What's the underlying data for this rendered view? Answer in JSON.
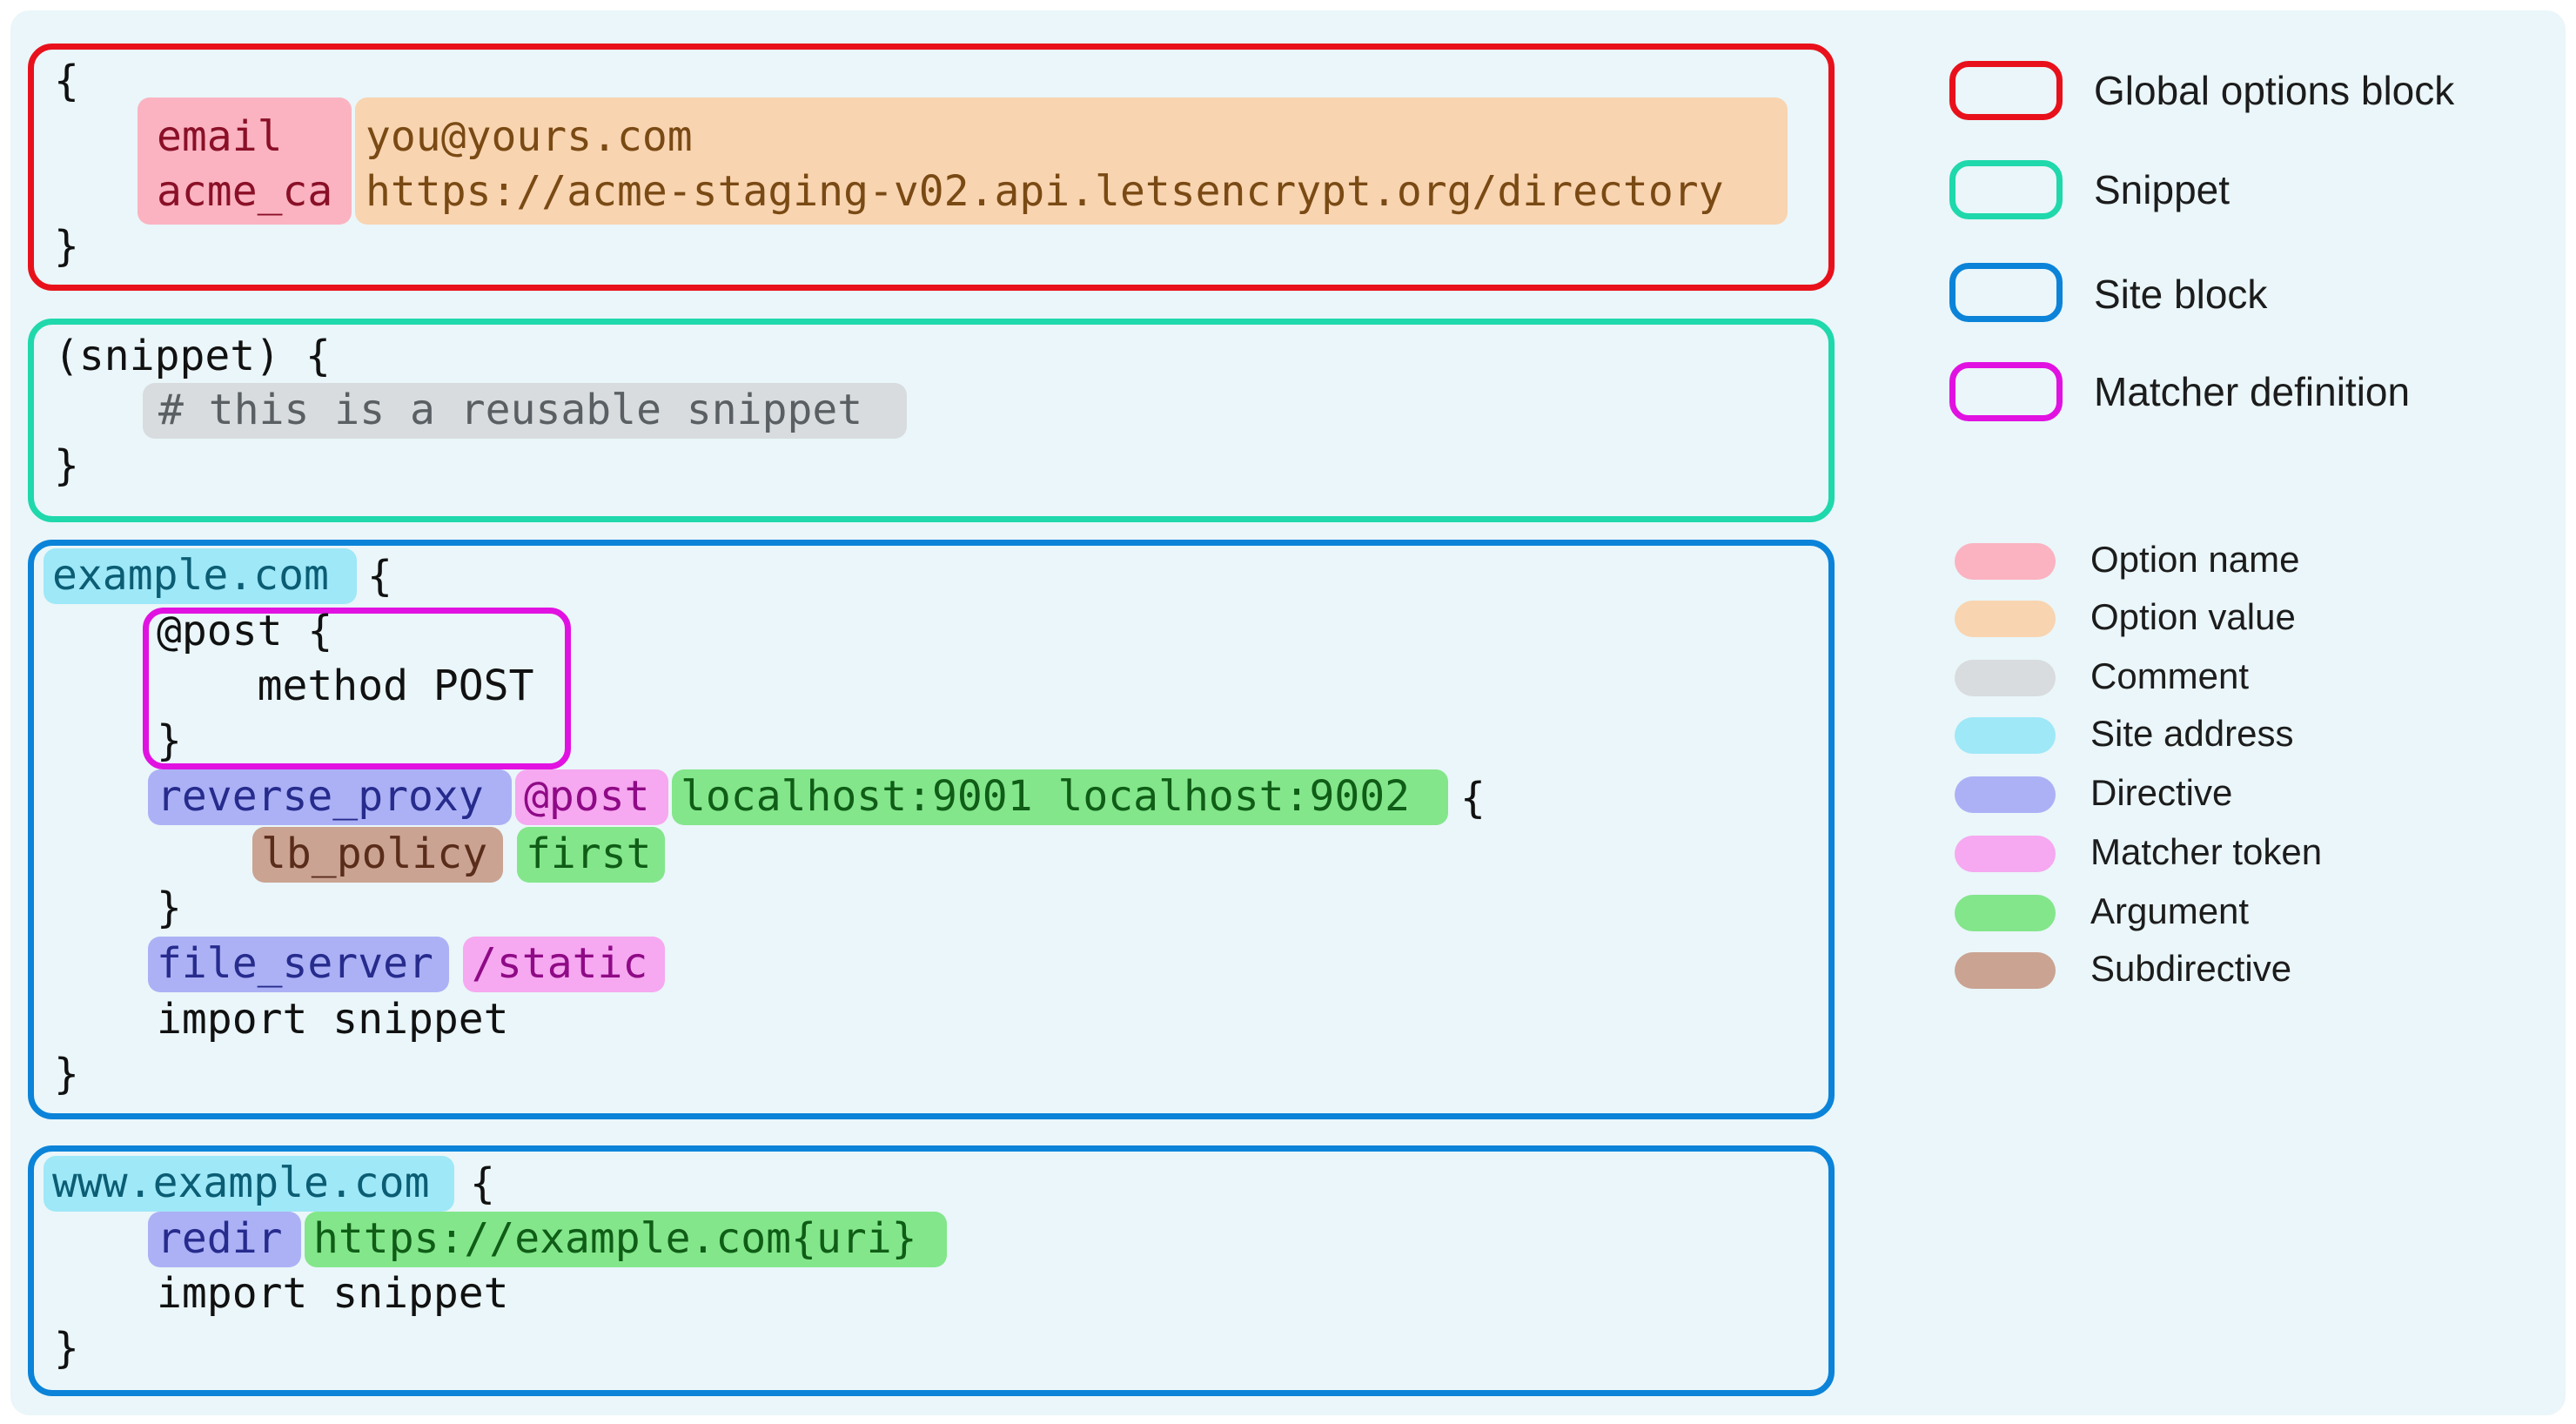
{
  "global": {
    "open": "{",
    "close": "}",
    "option_names": [
      "email",
      "acme_ca"
    ],
    "option_values": [
      "you@yours.com",
      "https://acme-staging-v02.api.letsencrypt.org/directory"
    ]
  },
  "snippet": {
    "header": "(snippet) {",
    "comment": "# this is a reusable snippet",
    "close": "}"
  },
  "site1": {
    "address": "example.com",
    "open_brace": "{",
    "matcher_lines": [
      "@post {",
      "    method POST",
      "}"
    ],
    "directive_reverse_proxy": "reverse_proxy",
    "matcher_token_post": "@post",
    "arg_upstreams": "localhost:9001 localhost:9002",
    "reverse_proxy_open": "{",
    "subdirective": "lb_policy",
    "arg_first": "first",
    "reverse_proxy_close": "}",
    "directive_file_server": "file_server",
    "matcher_token_static": "/static",
    "import_line": "import snippet",
    "close": "}"
  },
  "site2": {
    "address": "www.example.com",
    "open_brace": "{",
    "directive_redir": "redir",
    "arg_redir": "https://example.com{uri}",
    "import_line": "import snippet",
    "close": "}"
  },
  "legend_blocks": [
    {
      "label": "Global options block",
      "color": "#e8111b"
    },
    {
      "label": "Snippet",
      "color": "#1fd8ab"
    },
    {
      "label": "Site block",
      "color": "#0b83d9"
    },
    {
      "label": "Matcher definition",
      "color": "#e112e1"
    }
  ],
  "legend_tokens": [
    {
      "label": "Option name",
      "color": "#fbb3c1"
    },
    {
      "label": "Option value",
      "color": "#f8d4b0"
    },
    {
      "label": "Comment",
      "color": "#d8dcde"
    },
    {
      "label": "Site address",
      "color": "#9ee8f8"
    },
    {
      "label": "Directive",
      "color": "#acb1f6"
    },
    {
      "label": "Matcher token",
      "color": "#f6a8f0"
    },
    {
      "label": "Argument",
      "color": "#83e68b"
    },
    {
      "label": "Subdirective",
      "color": "#caa392"
    }
  ]
}
